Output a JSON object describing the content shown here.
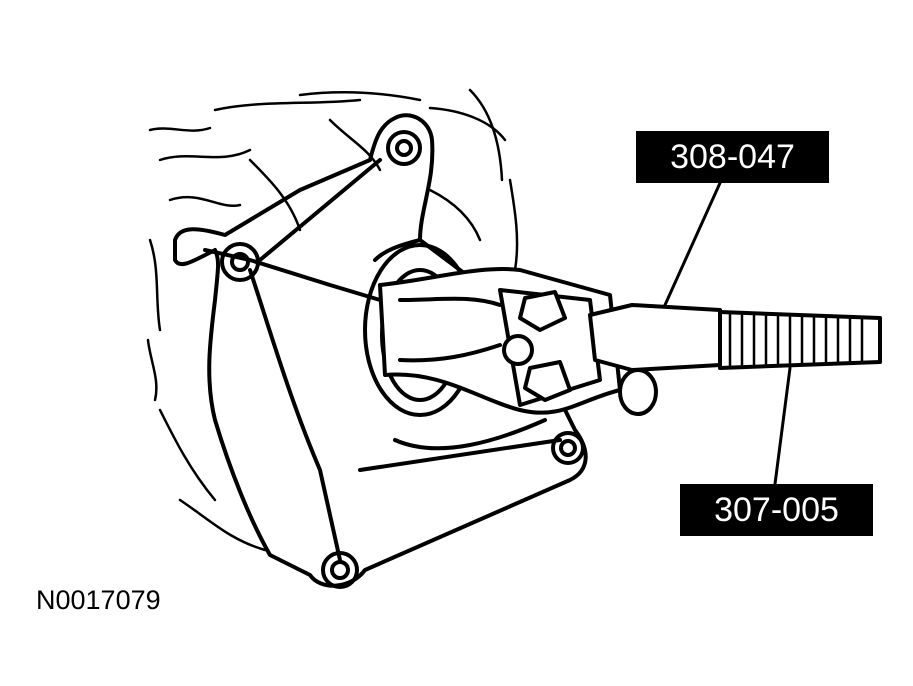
{
  "callouts": {
    "tool_upper": "308-047",
    "tool_lower": "307-005"
  },
  "figure_id": "N0017079",
  "colors": {
    "line": "#000000",
    "background": "#ffffff",
    "label_fill": "#000000",
    "label_text": "#ffffff"
  }
}
